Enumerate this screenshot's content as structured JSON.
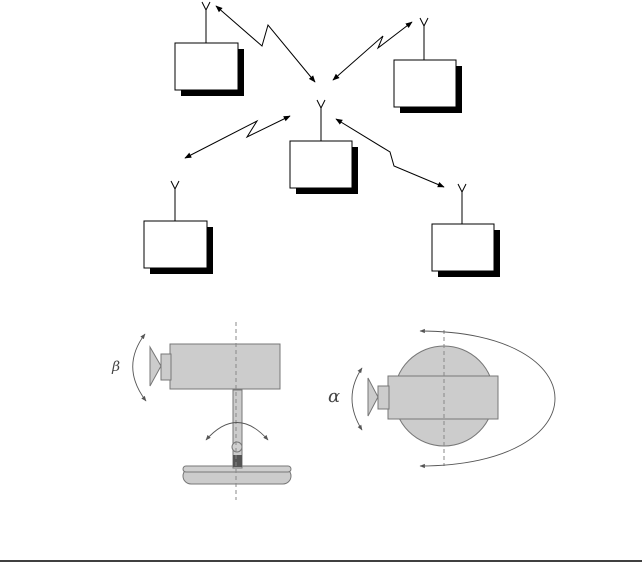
{
  "figure": {
    "network": {
      "nodes": [
        "top-left",
        "top-right",
        "center",
        "bottom-left",
        "bottom-right"
      ],
      "links": [
        [
          "top-left",
          "center"
        ],
        [
          "top-right",
          "center"
        ],
        [
          "center",
          "bottom-left"
        ],
        [
          "center",
          "bottom-right"
        ]
      ]
    },
    "camera_side_view": {
      "angle_label": "β"
    },
    "camera_top_view": {
      "angle_label": "α"
    }
  }
}
